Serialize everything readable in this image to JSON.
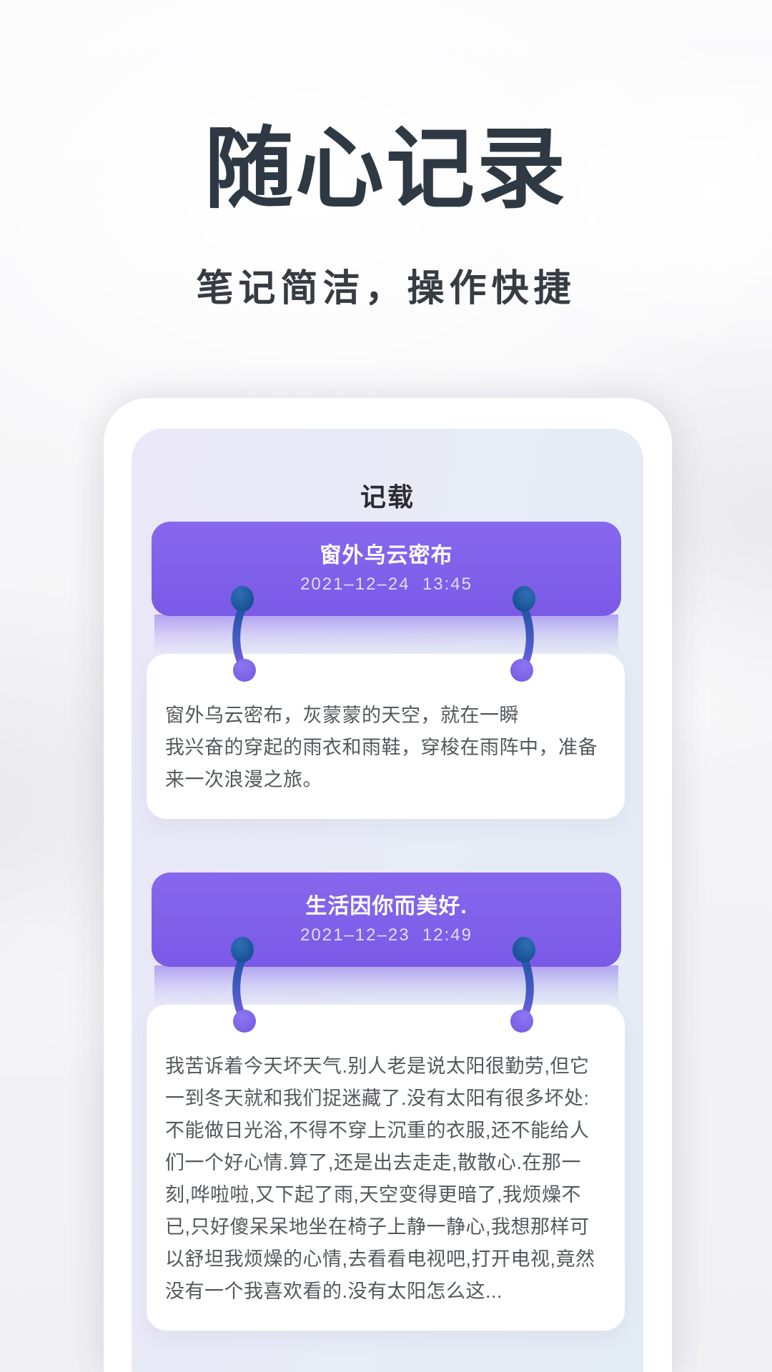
{
  "hero": {
    "title": "随心记录",
    "subtitle": "笔记简洁，操作快捷"
  },
  "phone": {
    "header": "记载",
    "notes": [
      {
        "title": "窗外乌云密布",
        "datetime": "2021–12–24  13:45",
        "paragraphs": [
          "窗外乌云密布，灰蒙蒙的天空，就在一瞬",
          "我兴奋的穿起的雨衣和雨鞋，穿梭在雨阵中，准备来一次浪漫之旅。"
        ]
      },
      {
        "title": "生活因你而美好.",
        "datetime": "2021–12–23  12:49",
        "paragraphs": [
          "我苦诉着今天坏天气.别人老是说太阳很勤劳,但它一到冬天就和我们捉迷藏了.没有太阳有很多坏处:不能做日光浴,不得不穿上沉重的衣服,还不能给人们一个好心情.算了,还是出去走走,散散心.在那一刻,哗啦啦,又下起了雨,天空变得更暗了,我烦燥不已,只好傻呆呆地坐在椅子上静一静心,我想那样可以舒坦我烦燥的心情,去看看电视吧,打开电视,竟然没有一个我喜欢看的.没有太阳怎么这..."
        ]
      }
    ]
  },
  "colors": {
    "accent_purple": "#7c5fe7",
    "pin_blue": "#17508f",
    "heading_dark": "#2e3944",
    "body_text": "#54585d",
    "screen_gradient_left": "#eae7f8",
    "screen_gradient_right": "#e4ecf5"
  }
}
